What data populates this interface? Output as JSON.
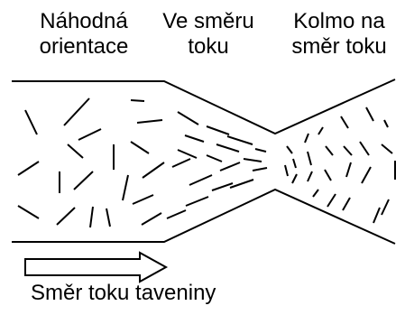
{
  "labels": {
    "random": [
      "Náhodná",
      "orientace"
    ],
    "along_flow": [
      "Ve směru",
      "toku"
    ],
    "perpendicular": [
      "Kolmo na",
      "směr toku"
    ],
    "flow_direction": "Směr toku taveniny"
  }
}
